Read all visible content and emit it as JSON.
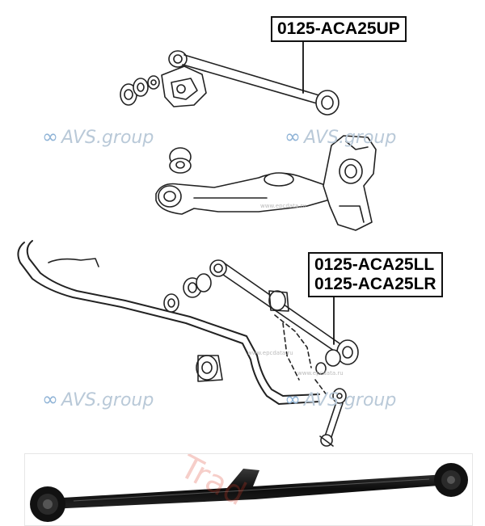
{
  "labels": {
    "upper_arm": "0125-ACA25UP",
    "lower_left": "0125-ACA25LL",
    "lower_right": "0125-ACA25LR"
  },
  "watermarks": [
    {
      "symbol": "∞",
      "text": "AVS.group"
    },
    {
      "symbol": "∞",
      "text": "AVS.group"
    },
    {
      "symbol": "∞",
      "text": "AVS.group"
    },
    {
      "symbol": "∞",
      "text": "AVS.group"
    }
  ],
  "small_watermarks": [
    "www.epcdata.ru",
    "www.epcdata.ru",
    "www.epcdata.ru"
  ],
  "photo_watermark": "Trad",
  "colors": {
    "label_border": "#111111",
    "watermark_blue": "#a9c4dd",
    "photo_watermark": "#dc3c28"
  }
}
